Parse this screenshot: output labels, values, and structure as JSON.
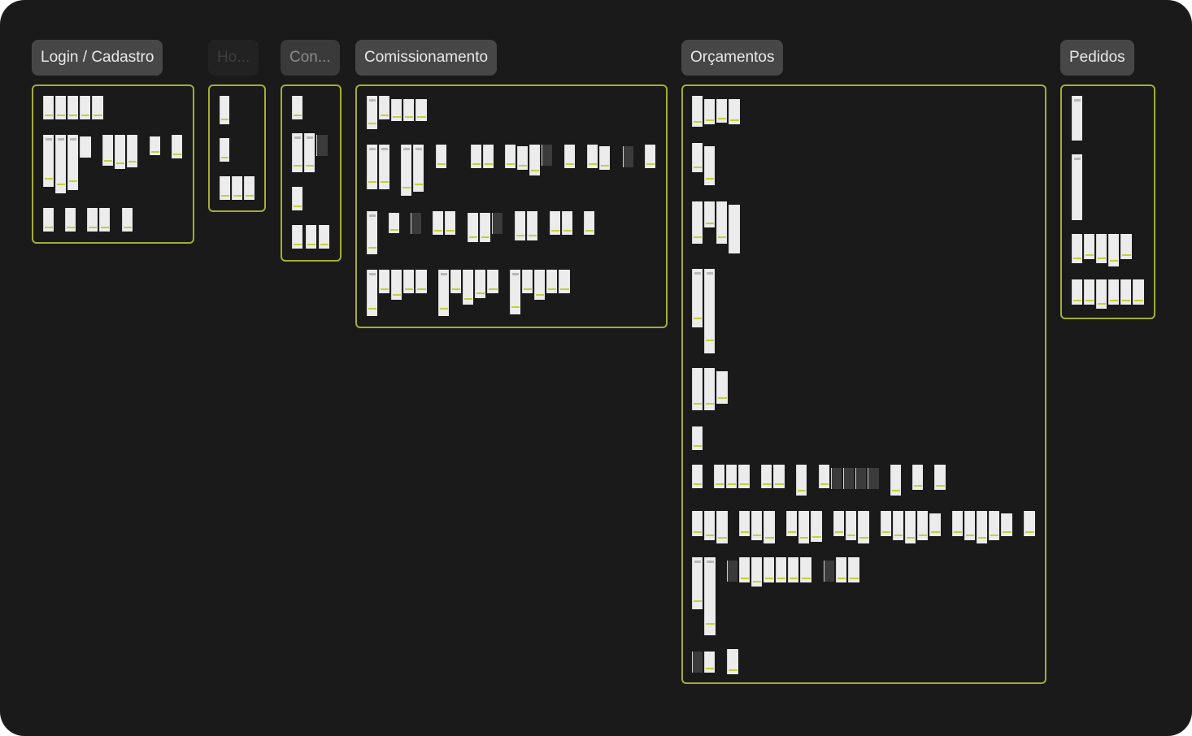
{
  "sections": [
    {
      "key": "login",
      "label": "Login / Cadastro",
      "state": "normal"
    },
    {
      "key": "home",
      "label": "Ho...",
      "state": "faded"
    },
    {
      "key": "con",
      "label": "Con...",
      "state": "muted"
    },
    {
      "key": "comissionamento",
      "label": "Comissionamento",
      "state": "normal"
    },
    {
      "key": "orcamentos",
      "label": "Orçamentos",
      "state": "normal"
    },
    {
      "key": "pedidos",
      "label": "Pedidos",
      "state": "normal"
    }
  ],
  "colors": {
    "canvas": "#1a1a1a",
    "section_border": "#a3ad34",
    "label_bg": "#474747",
    "label_text": "#e8e8e8",
    "screen": "#ececec",
    "accent": "#c3cf3c"
  }
}
